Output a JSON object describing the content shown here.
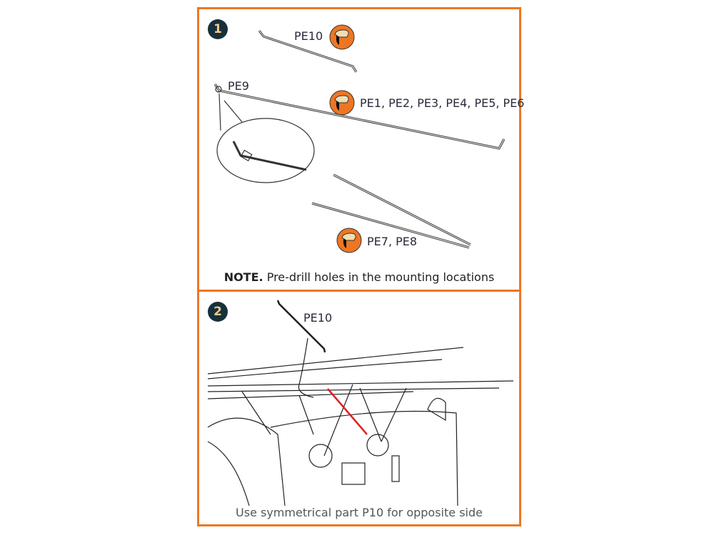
{
  "steps": [
    {
      "number": "1",
      "labels": {
        "pe10": "PE10",
        "pe9": "PE9",
        "pe1_6": "PE1, PE2, PE3, PE4, PE5, PE6",
        "pe7_8": "PE7, PE8"
      },
      "note_bold": "NOTE.",
      "note_text": " Pre-drill holes in the mounting locations"
    },
    {
      "number": "2",
      "labels": {
        "pe10": "PE10"
      },
      "caption": "Use symmetrical part P10 for opposite side"
    }
  ],
  "icons": {
    "glue": "glue-icon"
  },
  "colors": {
    "frame": "#ee7623",
    "badge": "#17313c",
    "highlight": "#e02020"
  }
}
